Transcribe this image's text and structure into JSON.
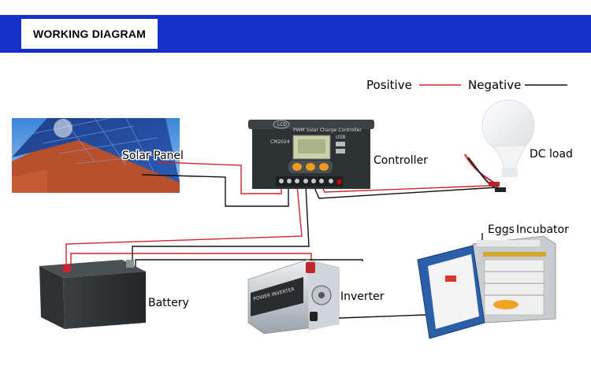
{
  "header": {
    "title": "WORKING DIAGRAM"
  },
  "legend": {
    "positive": "Positive",
    "negative": "Negative",
    "positive_color": "#d0242a",
    "negative_color": "#111111"
  },
  "components": {
    "solar_panel": "Solar Panel",
    "controller": "Controller",
    "dc_load": "DC load",
    "eggs": "Eggs",
    "incubator": "Incubator",
    "battery": "Battery",
    "inverter": "Inverter"
  },
  "controller_device": {
    "badge": "LCD",
    "title": "PWM Solar Charge Controller",
    "model": "CM2024",
    "usb": "USB"
  },
  "inverter_device": {
    "brand": "POWER INVERTER"
  },
  "colors": {
    "banner": "#1432c8",
    "wire_positive": "#d0242a",
    "wire_negative": "#111111"
  }
}
